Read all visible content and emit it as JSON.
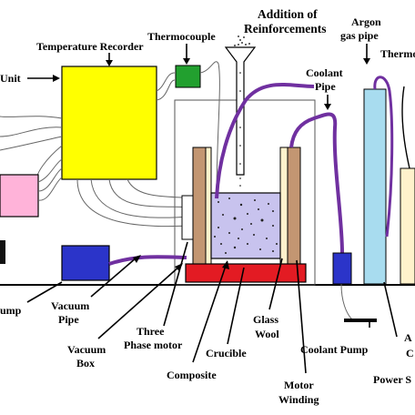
{
  "labels": {
    "addition_line1": "Addition of",
    "addition_line2": "Reinforcements",
    "argon_line1": "Argon",
    "argon_line2": "gas pipe",
    "thermo_right": "Thermo",
    "thermocouple": "Thermocouple",
    "temperature_recorder": "Temperature Recorder",
    "unit": "Unit",
    "coolant_pipe_line1": "Coolant",
    "coolant_pipe_line2": "Pipe",
    "pump_left": "ump",
    "vacuum_pipe_line1": "Vacuum",
    "vacuum_pipe_line2": "Pipe",
    "vacuum_box_line1": "Vacuum",
    "vacuum_box_line2": "Box",
    "three_phase_line1": "Three",
    "three_phase_line2": "Phase motor",
    "crucible": "Crucible",
    "glass_wool_line1": "Glass",
    "glass_wool_line2": "Wool",
    "composite": "Composite",
    "coolant_pump": "Coolant Pump",
    "motor_winding_line1": "Motor",
    "motor_winding_line2": "Winding",
    "power_supply": "Power S",
    "right_a": "A",
    "right_c": "C"
  },
  "colors": {
    "recorder_fill": "#ffff00",
    "thermocouple_fill": "#22a02f",
    "pink_unit_fill": "#ffb3d9",
    "vacuum_box_fill": "#2b34c9",
    "vacuum_pipe": "#7030a0",
    "crucible_base": "#e31b23",
    "composite_fill": "#c8c3ee",
    "argon_pipe_fill": "#a8dcef",
    "wall_brown": "#c39672",
    "wall_cream": "#fff2cc",
    "coolant_pump_fill": "#2b34c9"
  }
}
